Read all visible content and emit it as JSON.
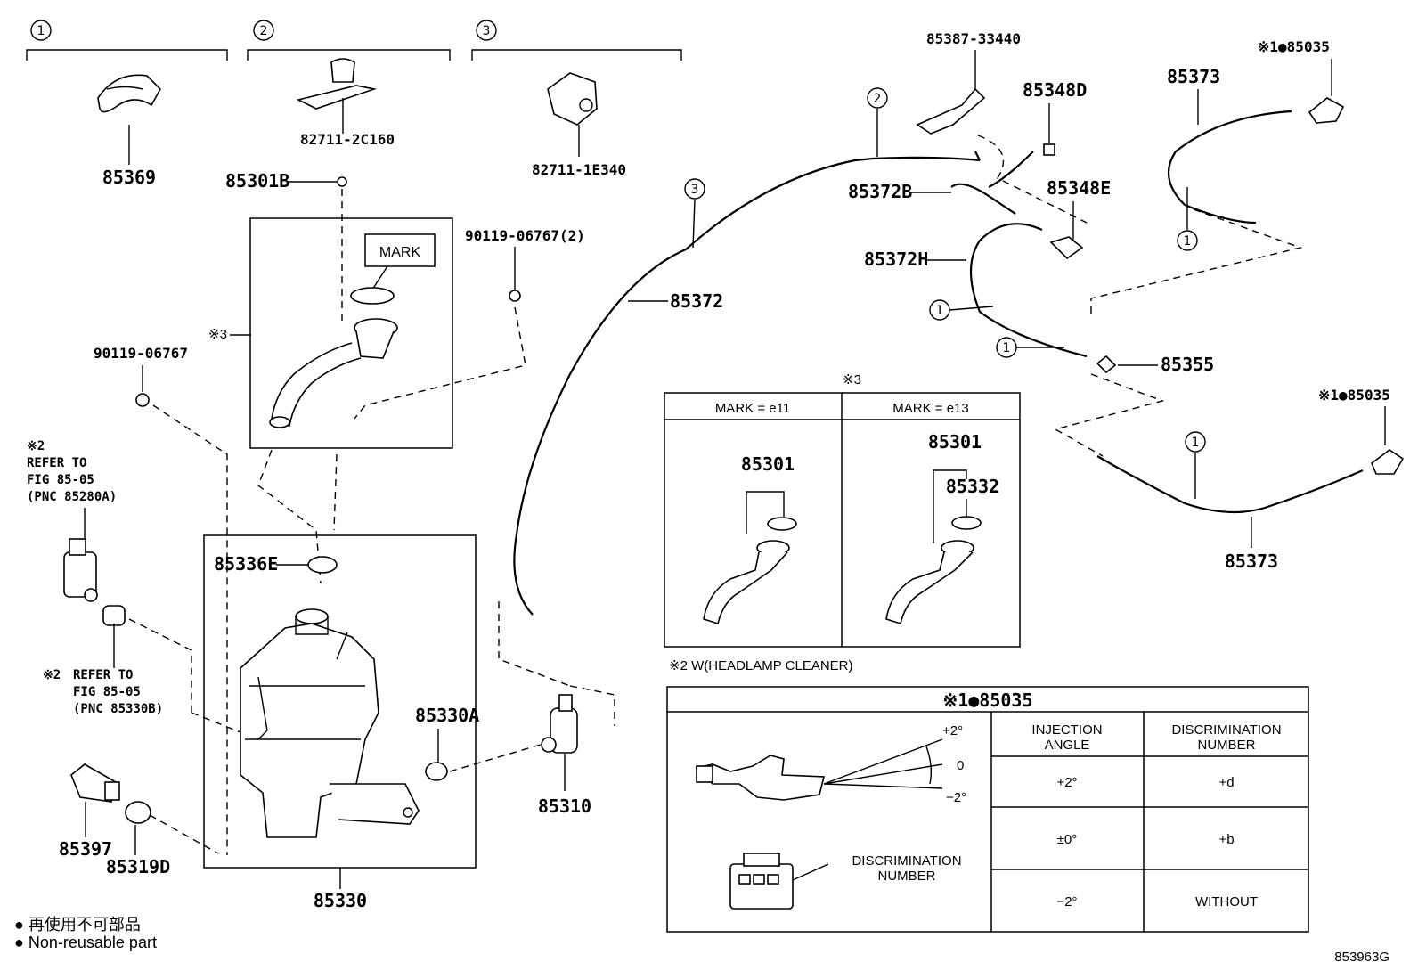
{
  "bracket_labels": [
    "1",
    "2",
    "3"
  ],
  "parts": {
    "p85369": "85369",
    "p82711_2c160": "82711-2C160",
    "p82711_1e340": "82711-1E340",
    "p85301b": "85301B",
    "mark": "MARK",
    "ref3": "※3",
    "p90119_06767_2": "90119-06767(2)",
    "p90119_06767": "90119-06767",
    "p85372": "85372",
    "p85387": "85387-33440",
    "p85348d": "85348D",
    "p85372b": "85372B",
    "p85348e": "85348E",
    "p85372h": "85372H",
    "p85355": "85355",
    "p85373_top": "85373",
    "p85035_top": "※1●85035",
    "p85035_mid": "※1●85035",
    "p85373_bot": "85373",
    "p85336e": "85336E",
    "p85330a": "85330A",
    "p85330": "85330",
    "p85310": "85310",
    "p85397": "85397",
    "p85319d": "85319D"
  },
  "refer_left": {
    "mark": "※2",
    "line1": "REFER TO",
    "line2": "FIG 85-05",
    "line3": "(PNC 85280A)"
  },
  "refer_mid": {
    "mark": "※2",
    "line1": "REFER TO",
    "line2": "FIG 85-05",
    "line3": "(PNC 85330B)"
  },
  "inset_mark": {
    "title": "※3",
    "col1_header": "MARK = e11",
    "col2_header": "MARK = e13",
    "col1_part": "85301",
    "col2_part_a": "85301",
    "col2_part_b": "85332"
  },
  "headlamp_note": "※2 W(HEADLAMP CLEANER)",
  "injection_table": {
    "title": "※1●85035",
    "angle_plus": "+2°",
    "angle_zero": "0",
    "angle_minus": "−2°",
    "disc_label_1": "DISCRIMINATION",
    "disc_label_2": "NUMBER",
    "col1_header_1": "INJECTION",
    "col1_header_2": "ANGLE",
    "col2_header_1": "DISCRIMINATION",
    "col2_header_2": "NUMBER",
    "rows": [
      {
        "angle": "+2°",
        "number": "+d"
      },
      {
        "angle": "±0°",
        "number": "+b"
      },
      {
        "angle": "−2°",
        "number": "WITHOUT"
      }
    ]
  },
  "legend": {
    "jp": "● 再使用不可部品",
    "en": "● Non-reusable part"
  },
  "figure_code": "853963G"
}
